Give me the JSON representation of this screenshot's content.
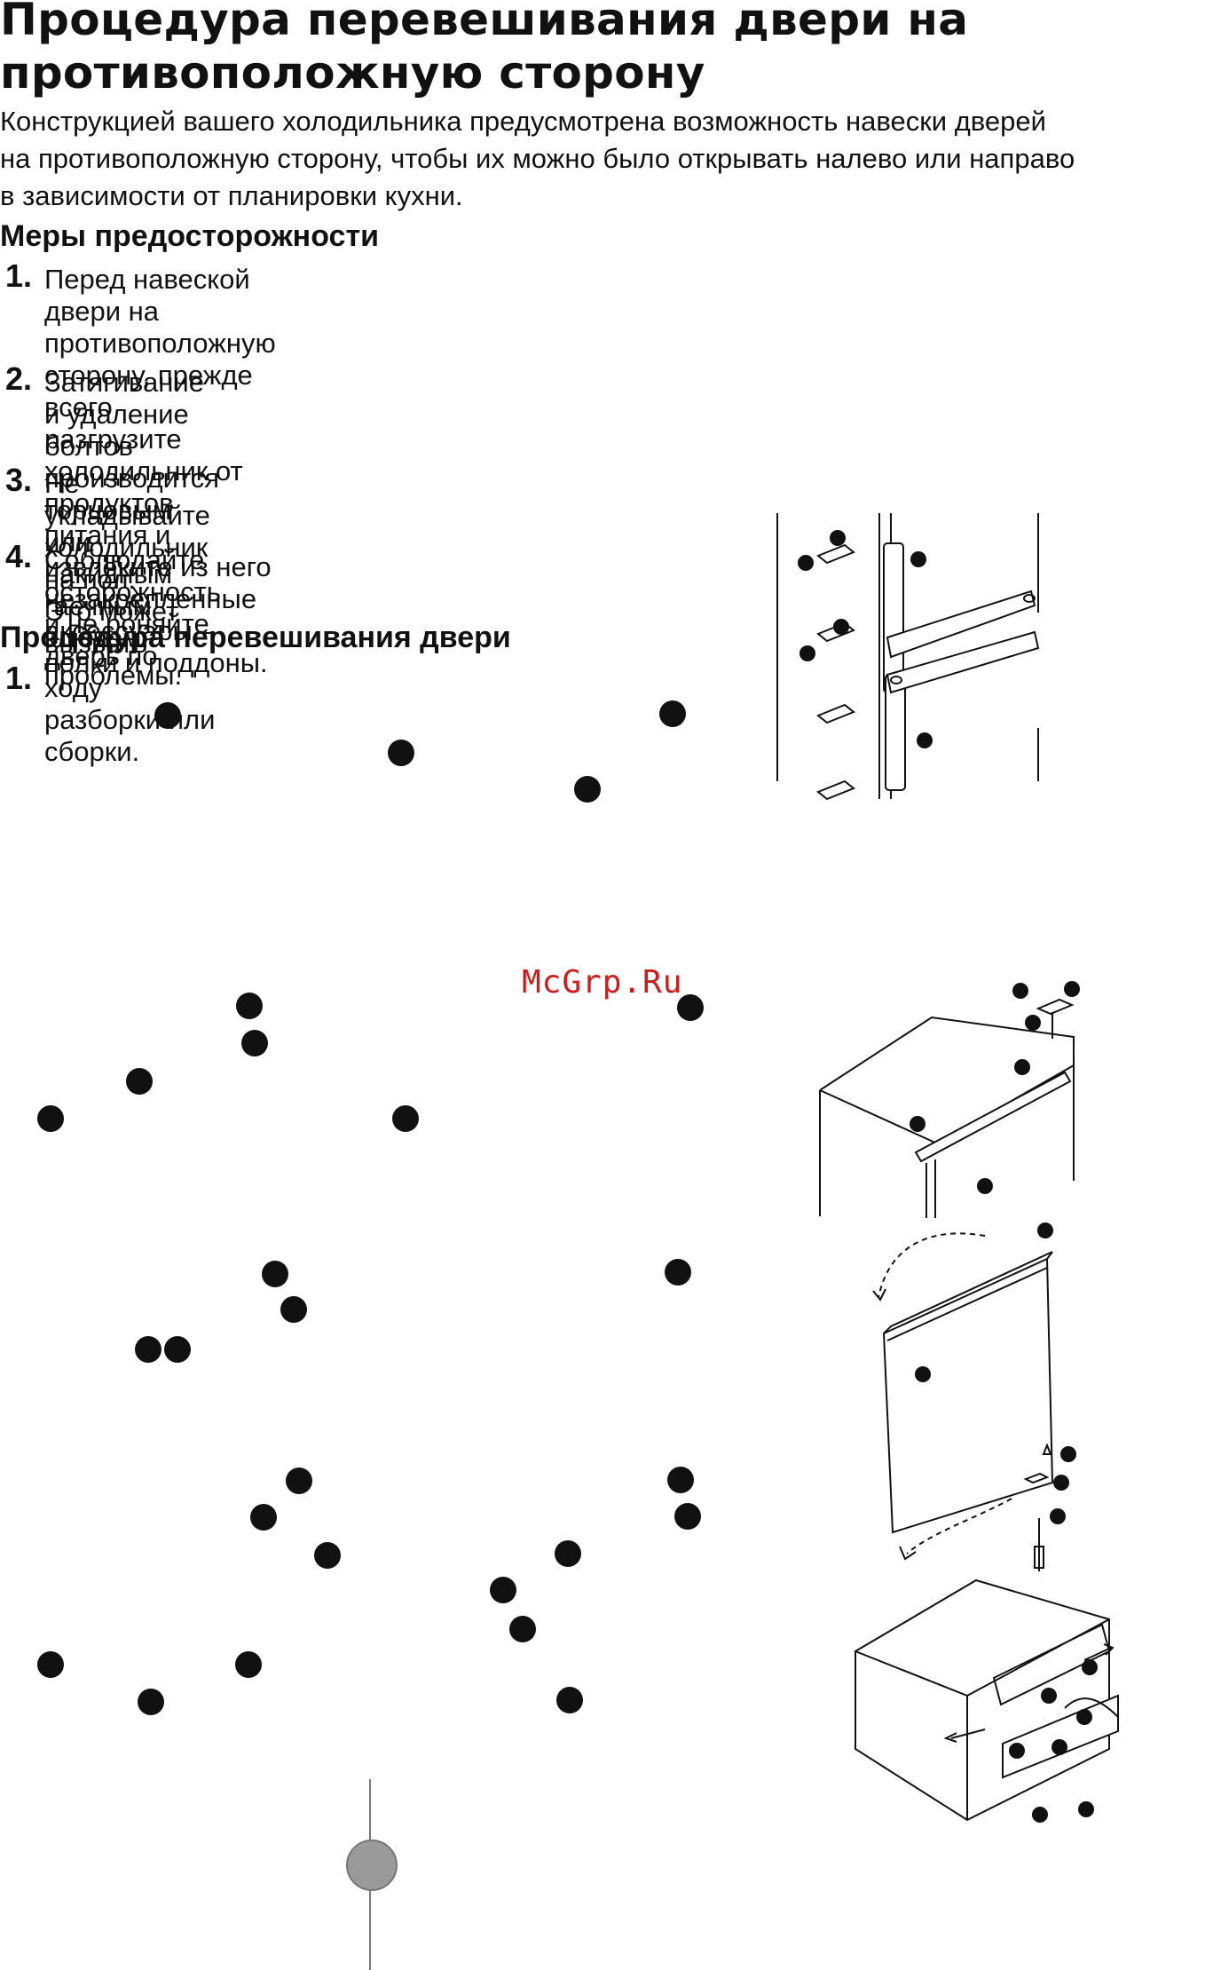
{
  "title": {
    "line1": "Процедура перевешивания двери на",
    "line2": "противоположную сторону"
  },
  "intro": {
    "line1": "Конструкцией вашего холодильника предусмотрена возможность навески дверей",
    "line2": "на противоположную сторону, чтобы их можно было открывать налево или направо",
    "line3": "в зависимости от планировки кухни."
  },
  "precautions": {
    "heading": "Меры предосторожности",
    "items": [
      {
        "num": "1.",
        "lines": [
          "Перед навеской двери на противоположную сторону, прежде всего",
          "разгрузите холодильник от продуктов питания и извлеките из него",
          "незакрепленные аксессуары – полки и поддоны."
        ]
      },
      {
        "num": "2.",
        "lines": [
          "Затягивание и удаление болтов",
          "производится торцовым или накидным",
          "гаечным ключом."
        ]
      },
      {
        "num": "3.",
        "lines": [
          "Не укладывайте холодильник на пол.",
          "Это может вызвать проблемы."
        ]
      },
      {
        "num": "4.",
        "lines": [
          "Соблюдайте осторожность и не роняйте",
          "дверь по ходу разборки или сборки."
        ]
      }
    ]
  },
  "procedure": {
    "heading": "Процедура перевешивания двери",
    "step1": "1."
  },
  "watermark": "McGrp.Ru",
  "colors": {
    "text": "#111111",
    "watermark": "#cc1c1c",
    "page_marker": "#9a9a9a"
  }
}
